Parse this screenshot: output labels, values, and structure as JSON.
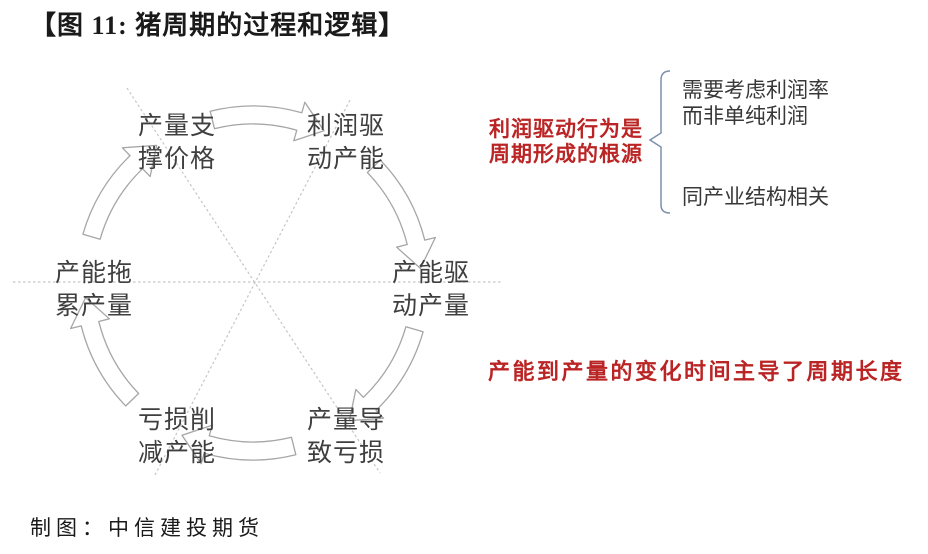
{
  "title": "【图 11: 猪周期的过程和逻辑】",
  "cycle": {
    "nodes": [
      {
        "lines": [
          "产量支",
          "撑价格"
        ]
      },
      {
        "lines": [
          "利润驱",
          "动产能"
        ]
      },
      {
        "lines": [
          "产能驱",
          "动产量"
        ]
      },
      {
        "lines": [
          "产量导",
          "致亏损"
        ]
      },
      {
        "lines": [
          "亏损削",
          "减产能"
        ]
      },
      {
        "lines": [
          "产能拖",
          "累产量"
        ]
      }
    ]
  },
  "annotations": {
    "root_cause": {
      "lines": [
        "利润驱动行为是",
        "周期形成的根源"
      ]
    },
    "cycle_length": "产能到产量的变化时间主导了周期长度"
  },
  "bracket_notes": [
    {
      "lines": [
        "需要考虑利润率",
        "而非单纯利润"
      ]
    },
    {
      "lines": [
        "同产业结构相关"
      ]
    }
  ],
  "footer": "制图：中信建投期货",
  "colors": {
    "annotation-red": "#bb2424",
    "arrow-outline": "#a6a6a6",
    "dashed-line": "#c6c6c6",
    "brace": "#7d90ab",
    "node-text": "#3f3f3f",
    "note-text": "#383838",
    "heading-text": "#1a1a1a"
  }
}
